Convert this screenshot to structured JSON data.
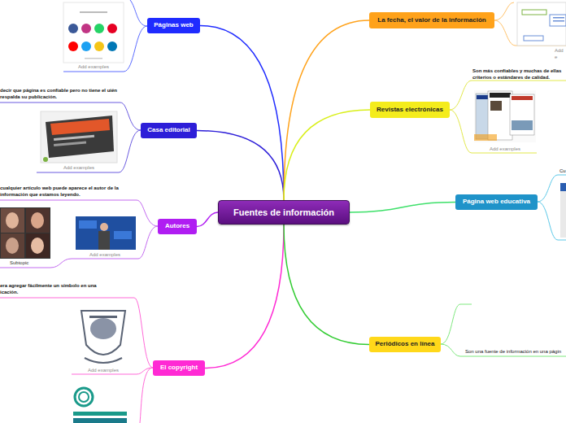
{
  "diagram": {
    "nodes": [
      {
        "text": [
          "Fuentes de información"
        ]
      },
      {
        "text": [
          "Páginas web"
        ]
      },
      {
        "text": [
          "Casa editorial"
        ]
      },
      {
        "text": [
          "Autores"
        ]
      },
      {
        "text": [
          "El copyright"
        ]
      },
      {
        "text": [
          "La fecha, el valor de la información"
        ]
      },
      {
        "text": [
          "Revistas electrónicas"
        ]
      },
      {
        "text": [
          "Página web educativa"
        ]
      },
      {
        "text": [
          "Periódicos en línea"
        ]
      }
    ],
    "edges": [
      {
        "from": 0,
        "to": 1,
        "arrow": "none"
      },
      {
        "from": 0,
        "to": 2,
        "arrow": "none"
      },
      {
        "from": 0,
        "to": 3,
        "arrow": "none"
      },
      {
        "from": 0,
        "to": 4,
        "arrow": "none"
      },
      {
        "from": 0,
        "to": 5,
        "arrow": "none"
      },
      {
        "from": 0,
        "to": 6,
        "arrow": "none"
      },
      {
        "from": 0,
        "to": 7,
        "arrow": "none"
      },
      {
        "from": 0,
        "to": 8,
        "arrow": "none"
      }
    ],
    "labels": [
      "Add examples",
      "decir que página es confiable pero no tiene el uién respalda su publicación.",
      "Add examples",
      "cualquier artículo web puede aparece el autor de la información que estamos leyendo.",
      "Subtopic",
      "Add examples",
      "era agregar fácilmente un símbolo en una icación.",
      "Add examples",
      "Add e",
      "Son más confiables y muchas de ellas criterios o estándares de calidad.",
      "Add examples",
      "Cu",
      "Son una fuente de información en una págin"
    ]
  }
}
